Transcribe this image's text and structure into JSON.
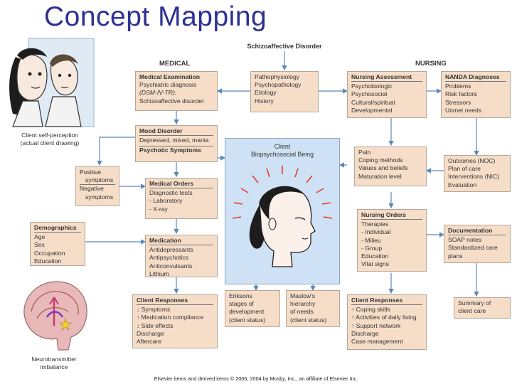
{
  "slide": {
    "title": "Concept Mapping"
  },
  "diagram": {
    "title": "Schizoaffective Disorder",
    "medical_head": "MEDICAL",
    "nursing_head": "NURSING",
    "center": {
      "line1": "Client",
      "line2": "Biopsychosocial Being"
    },
    "self_perception": {
      "line1": "Client self-perception",
      "line2": "(actual client drawing)"
    },
    "neuro": {
      "line1": "Neurotransmitter",
      "line2": "imbalance"
    },
    "boxes": {
      "med_exam": {
        "title": "Medical Examination",
        "lines": [
          "Psychiatric diagnosis",
          "(DSM-IV-TR):",
          "Schizoaffective disorder"
        ]
      },
      "patho": {
        "lines": [
          "Pathophysiology",
          "Psychopathology",
          "Etiology",
          "History"
        ]
      },
      "nursing_assess": {
        "title": "Nursing Assessment",
        "lines": [
          "Psychobiologic",
          "Psychosocial",
          "Cultural/spiritual",
          "Developmental"
        ]
      },
      "nanda": {
        "title": "NANDA Diagnoses",
        "lines": [
          "Problems",
          "Risk factors",
          "Stressors",
          "Unmet needs"
        ]
      },
      "mood": {
        "title": "Mood Disorder",
        "line1": "Depressed, mixed, mania",
        "line2": "Psychotic Symptoms"
      },
      "pos_neg": {
        "lines": [
          "Positive",
          "symptoms",
          "Negative",
          "symptoms"
        ]
      },
      "med_orders": {
        "title": "Medical Orders",
        "lines": [
          "Diagnostic tests",
          "- Laboratory",
          "- X-ray"
        ]
      },
      "pain": {
        "lines": [
          "Pain",
          "Coping methods",
          "Values and beliefs",
          "Maturation level"
        ]
      },
      "outcomes": {
        "lines": [
          "Outcomes (NOC)",
          "Plan of care",
          "Interventions (NIC)",
          "Evaluation"
        ]
      },
      "demographics": {
        "title": "Demographics",
        "lines": [
          "Age",
          "Sex",
          "Occupation",
          "Education"
        ]
      },
      "medication": {
        "title": "Medication",
        "lines": [
          "Antidepressants",
          "Antipsychotics",
          "Anticonvulsants",
          "Lithium"
        ]
      },
      "nursing_orders": {
        "title": "Nursing Orders",
        "lines": [
          "Therapies",
          "- Individual",
          "- Milieu",
          "- Group",
          "Education",
          "Vital signs"
        ]
      },
      "documentation": {
        "title": "Documentation",
        "lines": [
          "SOAP notes",
          "Standardized care",
          "plans"
        ]
      },
      "client_resp_med": {
        "title": "Client Responses",
        "lines": [
          "↓ Symptoms",
          "↑ Medication compliance",
          "↓ Side effects",
          "Discharge",
          "Aftercare"
        ]
      },
      "eriksons": {
        "lines": [
          "Eriksons",
          "stages of",
          "development",
          "(client status)"
        ]
      },
      "maslows": {
        "lines": [
          "Maslow's",
          "hierarchy",
          "of needs",
          "(client status)"
        ]
      },
      "client_resp_nurs": {
        "title": "Client Responses",
        "lines": [
          "↑ Coping skills",
          "↑ Activities of daily living",
          "↑ Support network",
          "Discharge",
          "Case management"
        ]
      },
      "summary": {
        "lines": [
          "Summary of",
          "client care"
        ]
      }
    },
    "credit": "Elsevier items and derived items © 2006, 2004 by Mosby, Inc., an affiliate of Elsevier Inc."
  },
  "colors": {
    "box": "#f6ddc8",
    "center": "#cfe1f4",
    "arrow": "#5b88b8",
    "title": "#2e3192"
  }
}
